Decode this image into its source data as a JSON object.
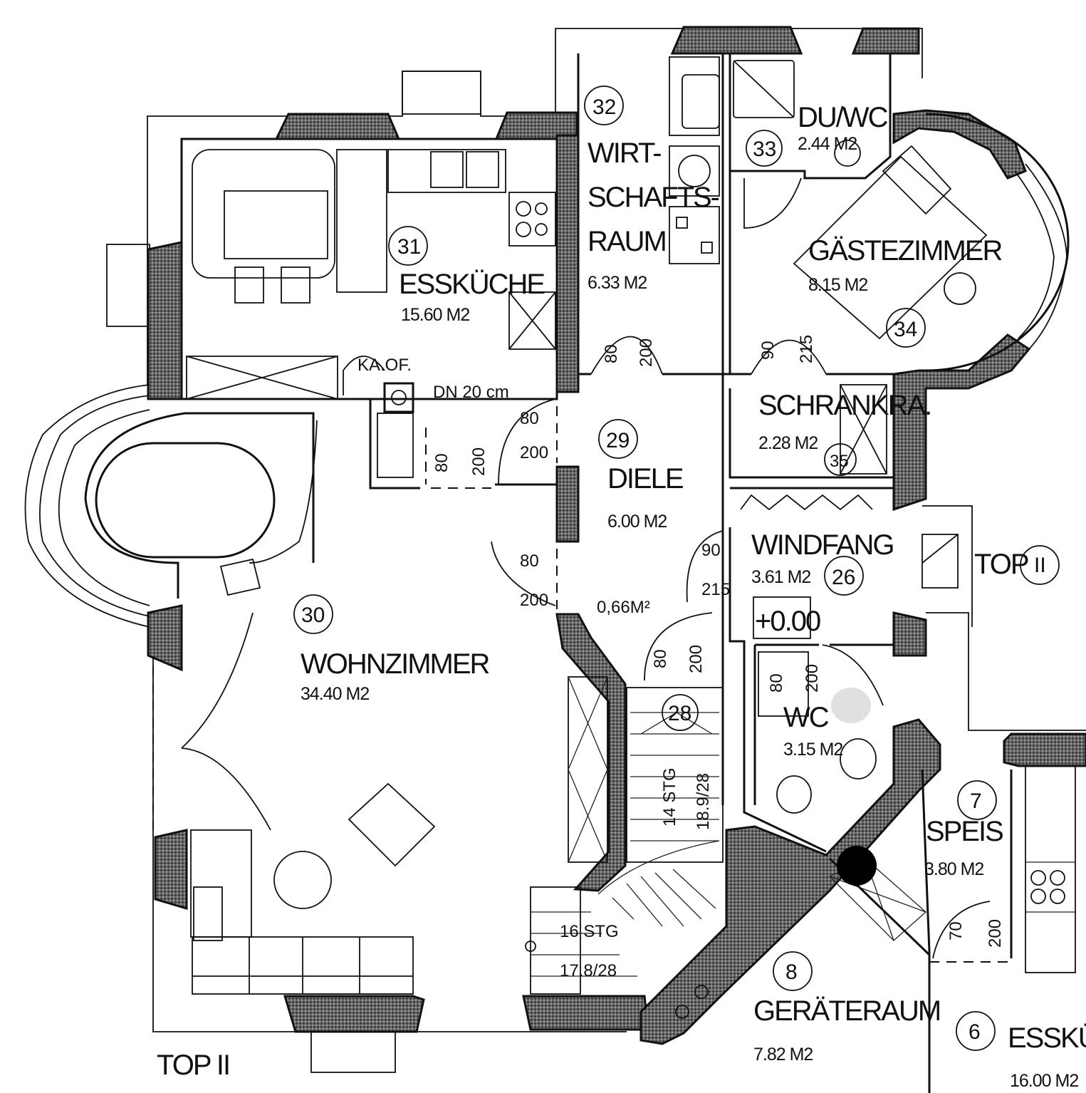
{
  "rooms": {
    "r31": {
      "num": "31",
      "name": "ESSKÜCHE",
      "area": "15.60 M2"
    },
    "r32": {
      "num": "32",
      "name1": "WIRT-",
      "name2": "SCHAFTS-",
      "name3": "RAUM",
      "area": "6.33 M2"
    },
    "r33": {
      "num": "33",
      "name": "DU/WC",
      "area": "2.44 M2"
    },
    "r34": {
      "num": "34",
      "name": "GÄSTEZIMMER",
      "area": "8.15 M2"
    },
    "r35": {
      "num": "35",
      "name": "SCHRANKRA.",
      "area": "2.28 M2"
    },
    "r29": {
      "num": "29",
      "name": "DIELE",
      "area": "6.00 M2"
    },
    "r26": {
      "num": "26",
      "name": "WINDFANG",
      "area": "3.61 M2",
      "level": "+0.00"
    },
    "r30": {
      "num": "30",
      "name": "WOHNZIMMER",
      "area": "34.40 M2"
    },
    "r28": {
      "num": "28"
    },
    "wc": {
      "name": "WC",
      "area": "3.15 M2"
    },
    "r7": {
      "num": "7",
      "name": "SPEIS",
      "area": "3.80 M2"
    },
    "r8": {
      "num": "8",
      "name": "GERÄTERAUM",
      "area": "7.82 M2"
    },
    "r6": {
      "num": "6",
      "name": "ESSKÜCH",
      "area": "16.00 M2"
    }
  },
  "notes": {
    "kaof": "KA.OF.",
    "chimney": "DN 20 cm",
    "small_area": "0,66M²",
    "stair_upper_a": "14 STG",
    "stair_upper_b": "18.9/28",
    "stair_lower_a": "16 STG",
    "stair_lower_b": "17.8/28",
    "top_right": "TOP",
    "top_right_num": "II",
    "top_left": "TOP II"
  },
  "door_dims": {
    "d80": "80",
    "d200": "200",
    "d90": "90",
    "d215": "215",
    "d70": "70"
  }
}
